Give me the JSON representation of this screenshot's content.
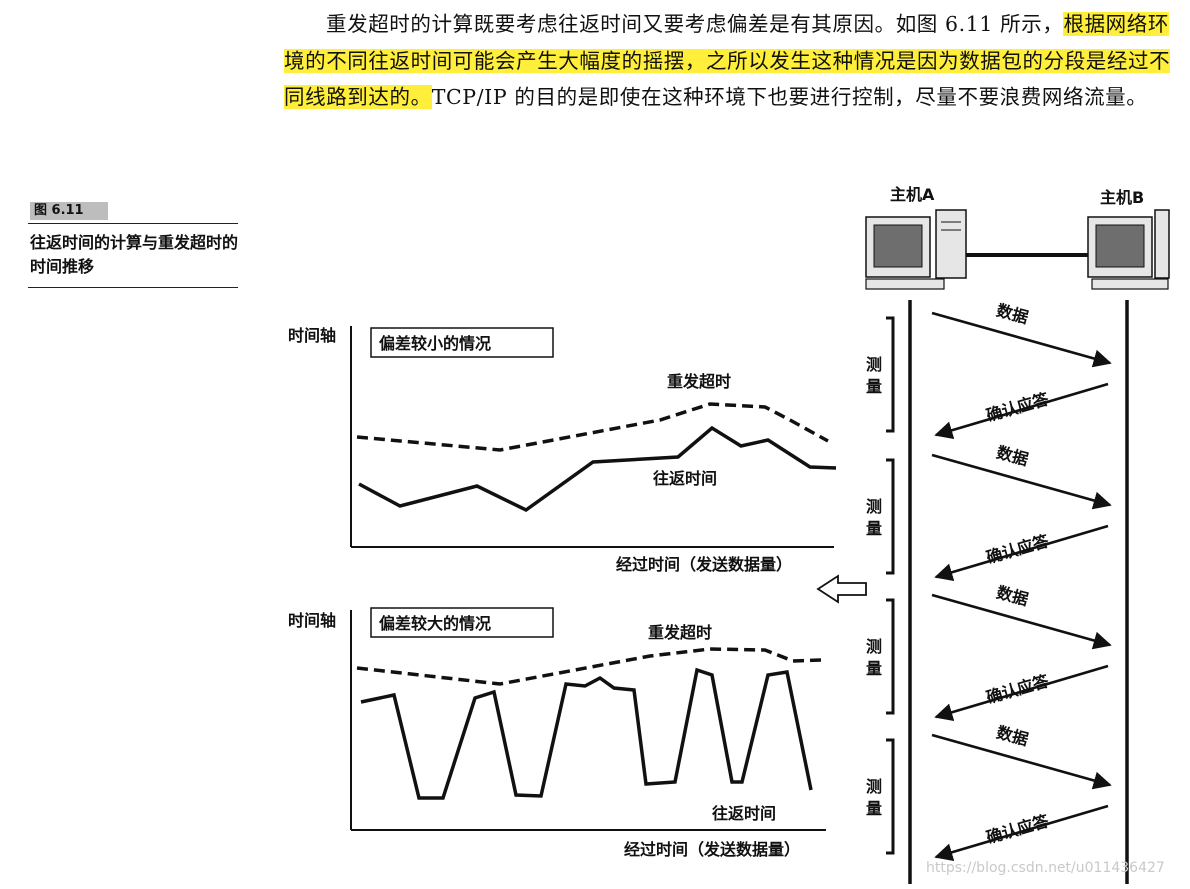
{
  "paragraph": {
    "part1": "重发超时的计算既要考虑往返时间又要考虑偏差是有其原因。如图 6.11 所示，",
    "highlight": "根据网络环境的不同往返时间可能会产生大幅度的摇摆，之所以发生这种情况是因为数据包的分段是经过不同线路到达的。",
    "part2": "TCP/IP 的目的是即使在这种环境下也要进行控制，尽量不要浪费网络流量。"
  },
  "figure": {
    "number": "图 6.11",
    "caption": "往返时间的计算与重发超时的时间推移"
  },
  "chart_small": {
    "yaxis": "时间轴",
    "box_label": "偏差较小的情况",
    "timeout_label": "重发超时",
    "rtt_label": "往返时间",
    "xaxis": "经过时间（发送数据量）"
  },
  "chart_large": {
    "yaxis": "时间轴",
    "box_label": "偏差较大的情况",
    "timeout_label": "重发超时",
    "rtt_label": "往返时间",
    "xaxis": "经过时间（发送数据量）"
  },
  "sequence": {
    "host_a": "主机A",
    "host_b": "主机B",
    "data_label": "数据",
    "ack_label": "确认应答",
    "measure_label": "测量"
  },
  "watermark": "https://blog.csdn.net/u011436427"
}
